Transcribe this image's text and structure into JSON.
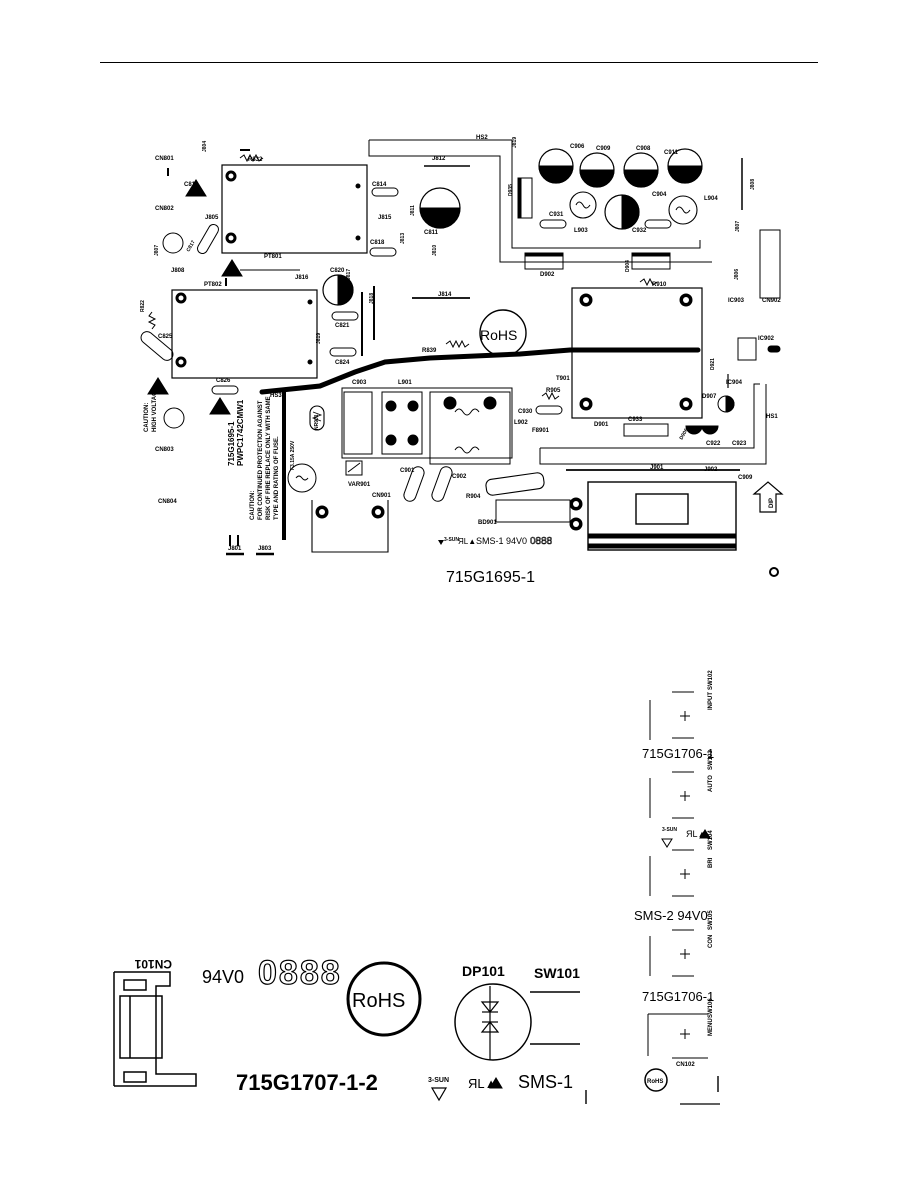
{
  "main_board": {
    "part_number": "715G1695-1",
    "rohs": "RoHS",
    "caution_hv": [
      "CAUTION:",
      "HIGH VOLTAGE"
    ],
    "caution_fuse": [
      "CAUTION:",
      "FOR CONTINUED PROTECTION AGAINST",
      "RISK OF FIRE REPLACE ONLY WITH SAME",
      "TYPE AND RATING OF FUSE."
    ],
    "pcb_codes": [
      "715G1695-1",
      "PWPC1742CMW1"
    ],
    "vendor_mark": "3-SUN",
    "ul_mark": "ЯL▲",
    "sms": "SMS-1 94V0",
    "date_code": "0888",
    "dip": "DIP",
    "fuse_rating": "F3.15A 250V",
    "refs": {
      "CN801": "CN801",
      "CN802": "CN802",
      "CN803": "CN803",
      "CN804": "CN804",
      "PT801": "PT801",
      "PT802": "PT802",
      "R822": "R822",
      "R832": "R832",
      "R839": "R839",
      "C816": "C816",
      "C820": "C820",
      "C821": "C821",
      "C824": "C824",
      "C825": "C825",
      "C826": "C826",
      "C817": "C817",
      "C814": "C814",
      "C818": "C818",
      "C811": "C811",
      "J804": "J804",
      "J805": "J805",
      "J806": "J806",
      "J807": "J807",
      "J808": "J808",
      "J809": "J809",
      "J810": "J810",
      "J811": "J811",
      "J812": "J812",
      "J813": "J813",
      "J814": "J814",
      "J815": "J815",
      "J816": "J816",
      "J817": "J817",
      "J818": "J818",
      "J819": "J819",
      "HS2": "HS2",
      "HS3": "HS3",
      "HS1": "HS1",
      "C906": "C906",
      "C909": "C909",
      "C908": "C908",
      "C911": "C911",
      "C904": "C904",
      "C931": "C931",
      "C932": "C932",
      "L903": "L903",
      "L904": "L904",
      "D935": "D935",
      "D902": "D902",
      "D904": "D904",
      "R910": "R910",
      "IC903": "IC903",
      "IC902": "IC902",
      "IC904": "IC904",
      "CN902": "CN902",
      "T901": "T901",
      "D921": "D921",
      "C903": "C903",
      "L901": "L901",
      "R905": "R905",
      "C930": "C930",
      "L902": "L902",
      "F8901": "F8901",
      "D901": "D901",
      "C933": "C933",
      "D907": "D907",
      "D906": "D906",
      "C922": "C922",
      "C923": "C923",
      "NR901": "NR901",
      "VAR901": "VAR901",
      "C901": "C901",
      "C902": "C902",
      "R904": "R904",
      "BD901": "BD901",
      "CN901": "CN901",
      "J901": "J901",
      "J902": "J902",
      "C909b": "C909",
      "J805b": "J805",
      "J804b": "J804",
      "J803": "J803",
      "J801": "J801"
    }
  },
  "key_board": {
    "part_number_top": "715G1706-1",
    "part_number_bottom": "715G1706-1",
    "sms": "SMS-2 94V0",
    "vendor_mark": "3-SUN",
    "ul_mark": "ЯL▲",
    "rohs": "RoHS",
    "connector": "CN102",
    "switches": [
      {
        "ref": "SW102",
        "label": "INPUT"
      },
      {
        "ref": "SW103",
        "label": "AUTO"
      },
      {
        "ref": "SW104",
        "label": "BRI"
      },
      {
        "ref": "SW105",
        "label": "CON"
      },
      {
        "ref": "SW106",
        "label": "MENU"
      }
    ]
  },
  "led_board": {
    "connector": "CN101",
    "rating": "94V0",
    "date_code": "0888",
    "rohs": "RoHS",
    "led": "DP101",
    "switch": "SW101",
    "part_number": "715G1707-1-2",
    "vendor_mark": "3-SUN",
    "ul_mark": "ЯL▲",
    "sms": "SMS-1"
  }
}
